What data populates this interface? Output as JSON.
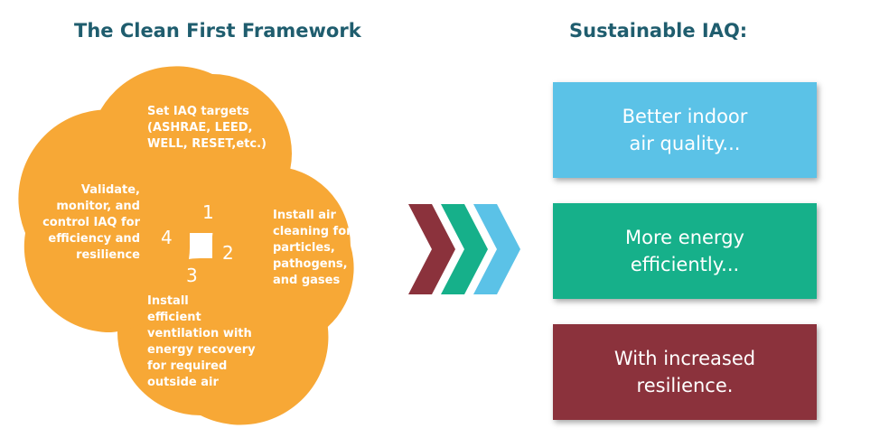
{
  "headings": {
    "left": "The Clean First Framework",
    "right": "Sustainable IAQ:"
  },
  "framework": {
    "petals": [
      {
        "number": "1",
        "text": "Set IAQ targets\n(ASHRAE, LEED,\nWELL, RESET,etc.)"
      },
      {
        "number": "2",
        "text": "Install air\ncleaning for\nparticles,\npathogens,\nand gases"
      },
      {
        "number": "3",
        "text": "Install\nefficient\nventilation with\nenergy recovery\nfor required\noutside air"
      },
      {
        "number": "4",
        "text": "Validate,\nmonitor, and\ncontrol IAQ for\nefficiency and\nresilience"
      }
    ]
  },
  "outcomes": [
    {
      "text": "Better indoor\nair quality..."
    },
    {
      "text": "More energy\nefficiently..."
    },
    {
      "text": "With increased\nresilience."
    }
  ],
  "colors": {
    "heading": "#1f5d6e",
    "petal": "#f7a836",
    "chevron_1": "#8b323c",
    "chevron_2": "#16b08a",
    "chevron_3": "#5bc2e7",
    "box_air": "#5bc2e7",
    "box_energy": "#16b08a",
    "box_resilience": "#8b323c"
  }
}
